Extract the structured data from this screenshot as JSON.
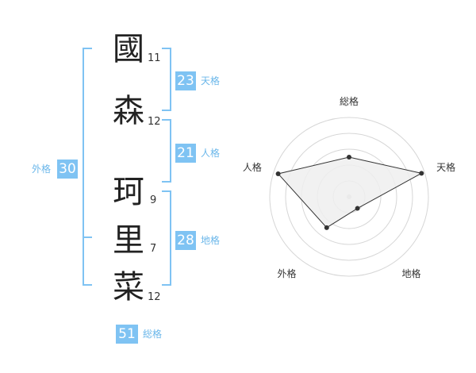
{
  "name_chars": [
    {
      "char": "國",
      "strokes": "11"
    },
    {
      "char": "森",
      "strokes": "12"
    },
    {
      "char": "珂",
      "strokes": "9"
    },
    {
      "char": "里",
      "strokes": "7"
    },
    {
      "char": "菜",
      "strokes": "12"
    }
  ],
  "kaku": {
    "tenkaku": {
      "value": "23",
      "label": "天格"
    },
    "jinkaku": {
      "value": "21",
      "label": "人格"
    },
    "chikaku": {
      "value": "28",
      "label": "地格"
    },
    "gaikaku": {
      "value": "30",
      "label": "外格"
    },
    "soukaku": {
      "value": "51",
      "label": "総格"
    }
  },
  "colors": {
    "accent": "#7fc3f3",
    "accent_text": "#6bb7ea",
    "radar_fill": "#eeeeee",
    "radar_line": "#333333"
  },
  "chart_data": {
    "type": "radar",
    "axes": [
      "総格",
      "天格",
      "地格",
      "外格",
      "人格"
    ],
    "series": [
      {
        "values": [
          2.5,
          4.8,
          0.9,
          2.4,
          4.7
        ]
      }
    ],
    "range": [
      0,
      5
    ],
    "rings": 5
  }
}
